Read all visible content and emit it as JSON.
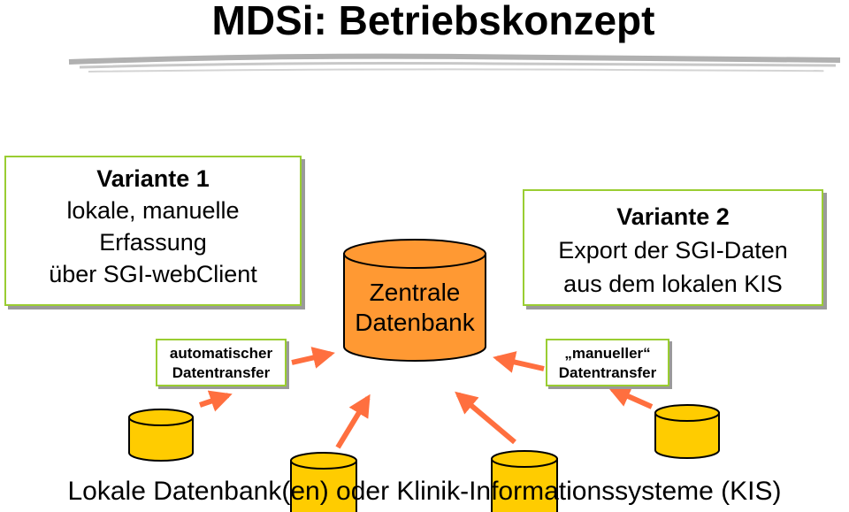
{
  "title": "MDSi: Betriebskonzept",
  "variant1": {
    "heading": "Variante 1",
    "lines": [
      "lokale, manuelle",
      "Erfassung",
      "über SGI-webClient"
    ]
  },
  "variant2": {
    "heading": "Variante 2",
    "lines": [
      "Export der SGI-Daten",
      "aus dem lokalen KIS"
    ]
  },
  "auto_transfer": [
    "automatischer",
    "Datentransfer"
  ],
  "manual_transfer": [
    "„manueller“",
    "Datentransfer"
  ],
  "central_db": [
    "Zentrale",
    "Datenbank"
  ],
  "bottom_caption": "Lokale Datenbank(en) oder Klinik-Informationssysteme (KIS)",
  "colors": {
    "central_db_fill": "#ff9933",
    "local_db_fill": "#ffcc00",
    "outline": "#000000",
    "arrow": "#ff6f3f",
    "box_border": "#9acd32",
    "title_underline": "#a8a8a8"
  }
}
